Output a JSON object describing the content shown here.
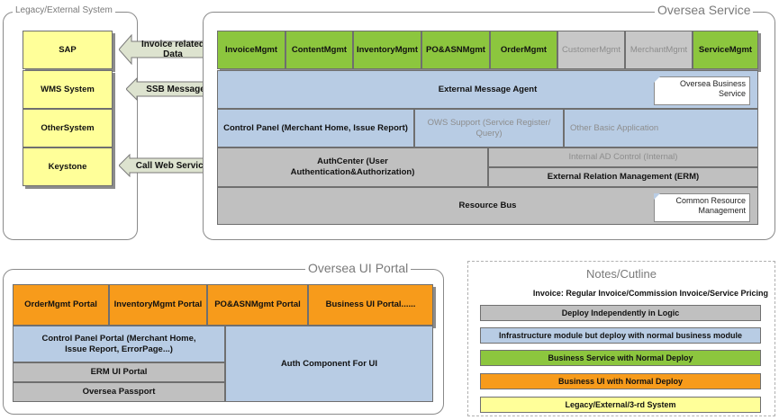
{
  "legacy": {
    "title": "Legacy/External System",
    "systems": [
      "SAP",
      "WMS System",
      "OtherSystem",
      "Keystone"
    ],
    "arrows": [
      {
        "label": "Invoice related Data"
      },
      {
        "label": "SSB Message"
      },
      {
        "label": "Call Web Service"
      }
    ]
  },
  "oversea_service": {
    "title": "Oversea Service",
    "modules": [
      {
        "label": "InvoiceMgmt",
        "status": "active"
      },
      {
        "label": "ContentMgmt",
        "status": "active"
      },
      {
        "label": "InventoryMgmt",
        "status": "active"
      },
      {
        "label": "PO&ASNMgmt",
        "status": "active"
      },
      {
        "label": "OrderMgmt",
        "status": "active"
      },
      {
        "label": "CustomerMgmt",
        "status": "inactive"
      },
      {
        "label": "MerchantMgmt",
        "status": "inactive"
      },
      {
        "label": "ServiceMgmt",
        "status": "active"
      }
    ],
    "message_agent": "External Message Agent",
    "business_service_note": "Oversea Business Service",
    "control_panel": "Control Panel (Merchant Home, Issue Report)",
    "ows_support": "OWS Support (Service Register/ Query)",
    "other_basic": "Other Basic Application",
    "auth_center": "AuthCenter (User Authentication&Authorization)",
    "internal_ad": "Internal AD Control (Internal)",
    "erm": "External Relation Management (ERM)",
    "resource_bus": "Resource Bus",
    "common_resource_note": "Common Resource Management"
  },
  "ui_portal": {
    "title": "Oversea UI Portal",
    "portals": [
      "OrderMgmt Portal",
      "InventoryMgmt Portal",
      "PO&ASNMgmt Portal",
      "Business UI Portal......"
    ],
    "control_panel_portal": "Control Panel Portal (Merchant Home, Issue Report, ErrorPage...)",
    "auth_component": "Auth Component For UI",
    "erm_portal": "ERM UI Portal",
    "passport": "Oversea Passport"
  },
  "notes": {
    "title": "Notes/Cutline",
    "invoice_note": "Invoice: Regular Invoice/Commission Invoice/Service Pricing",
    "legend": [
      {
        "label": "Deploy  Independently in Logic",
        "color": "#c0c0c0"
      },
      {
        "label": "Infrastructure module but deploy with normal business module",
        "color": "#b8cce4"
      },
      {
        "label": "Business Service with Normal Deploy",
        "color": "#8cc63e"
      },
      {
        "label": "Business UI with Normal Deploy",
        "color": "#f79b1b"
      },
      {
        "label": "Legacy/External/3-rd System",
        "color": "#ffff99"
      }
    ]
  }
}
